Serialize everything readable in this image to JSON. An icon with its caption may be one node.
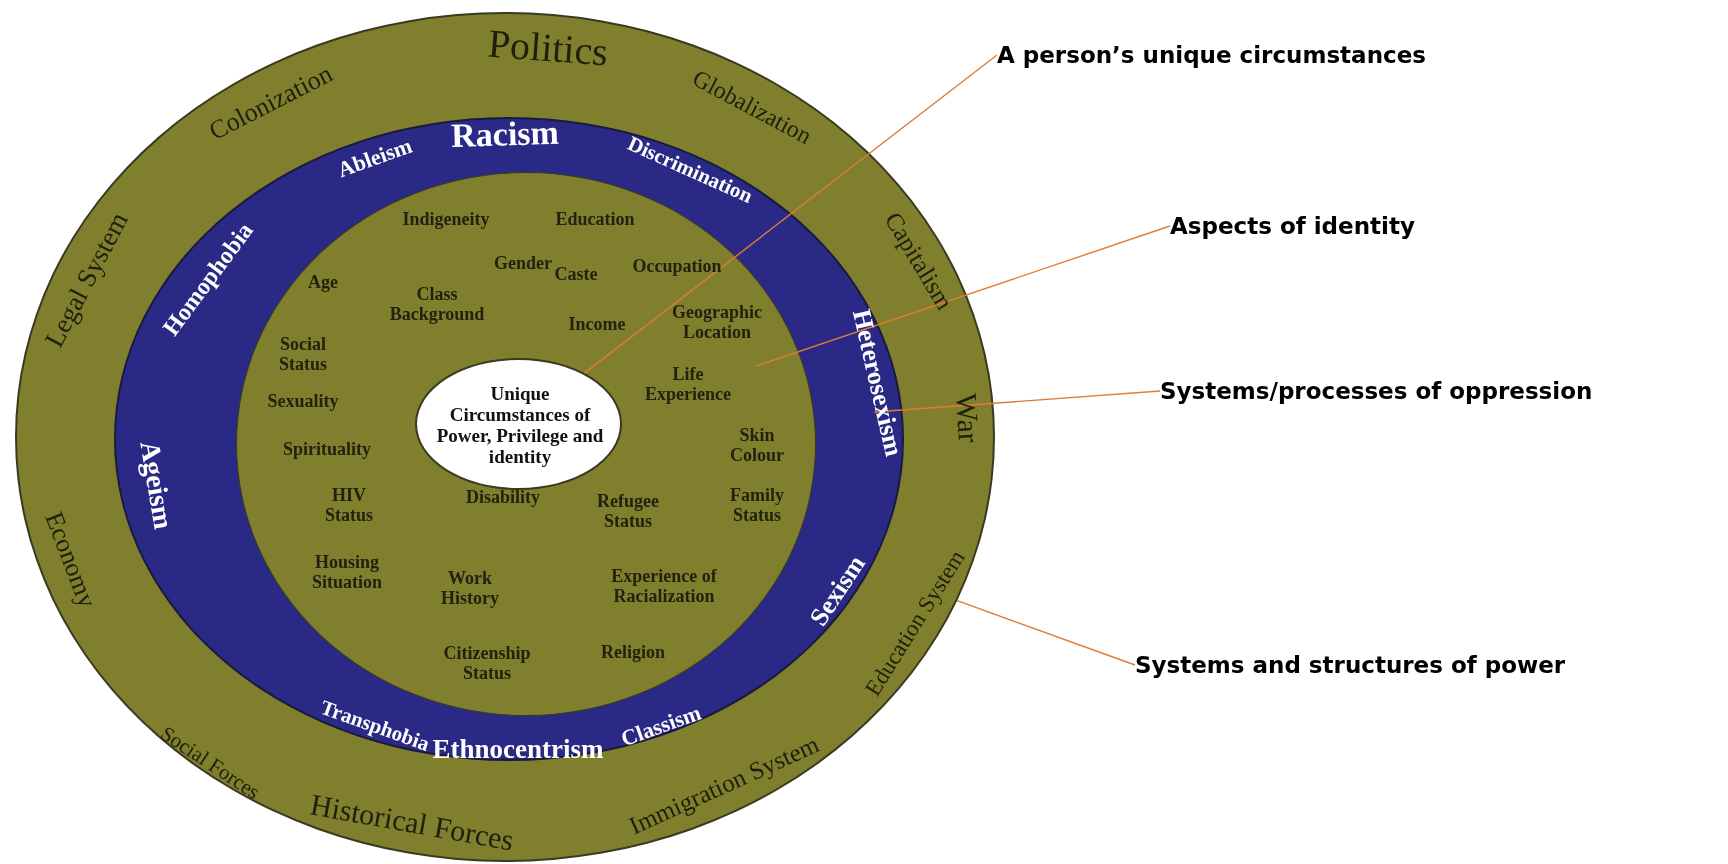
{
  "diagram": {
    "nodes": [
      {
        "text": [
          "Politics",
          "Globalization",
          "Capitalism",
          "War",
          "Education System",
          "Immigration System",
          "Historical Forces",
          "Social Forces",
          "Economy",
          "Legal System",
          "Colonization"
        ]
      },
      {
        "text": [
          "Racism",
          "Discrimination",
          "Heterosexism",
          "Sexism",
          "Classism",
          "Ethnocentrism",
          "Transphobia",
          "Ageism",
          "Homophobia",
          "Ableism"
        ],
        "in": 0
      },
      {
        "text": [
          "Indigeneity",
          "Education",
          "Gender",
          "Caste",
          "Occupation",
          "Age",
          "Class Background",
          "Income",
          "Geographic Location",
          "Social Status",
          "Life Experience",
          "Sexuality",
          "Spirituality",
          "Skin Colour",
          "HIV Status",
          "Disability",
          "Refugee Status",
          "Family Status",
          "Housing Situation",
          "Work History",
          "Experience of Racialization",
          "Citizenship Status",
          "Religion"
        ],
        "in": 1
      },
      {
        "text": [
          "Unique Circumstances of Power, Privilege and identity"
        ],
        "in": 2
      },
      {
        "text": [
          "A person’s unique circumstances"
        ]
      },
      {
        "text": [
          "Aspects of identity"
        ]
      },
      {
        "text": [
          "Systems/processes of oppression"
        ]
      },
      {
        "text": [
          "Systems and structures of power"
        ]
      }
    ],
    "edges": [
      {
        "from": 4,
        "to": 3,
        "arrow": "none"
      },
      {
        "from": 5,
        "to": 2,
        "arrow": "none"
      },
      {
        "from": 6,
        "to": 1,
        "arrow": "none"
      },
      {
        "from": 7,
        "to": 0,
        "arrow": "none"
      }
    ]
  }
}
